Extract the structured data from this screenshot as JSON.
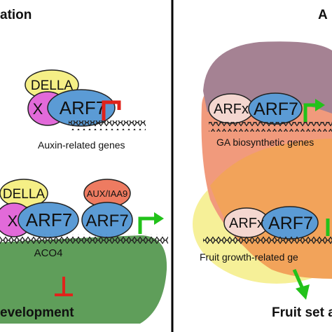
{
  "left_panel": {
    "heading": "ation",
    "top_complex": {
      "della": "DELLA",
      "x": "X",
      "arf": "ARF7",
      "gene_label": "Auxin-related genes"
    },
    "bottom_complex": {
      "della": "DELLA",
      "x": "X",
      "arf_left": "ARF7",
      "aux": "AUX/IAA9",
      "arf_right": "ARF7",
      "gene_label": "ACO4"
    },
    "outcome": "evelopment"
  },
  "right_panel": {
    "heading": "A",
    "top_complex": {
      "arfx": "ARFx",
      "arf": "ARF7",
      "gene_label": "GA biosynthetic genes"
    },
    "bottom_complex": {
      "arfx": "ARFx",
      "arf": "ARF7",
      "gene_label": "Fruit growth-related ge"
    },
    "outcome": "Fruit set a"
  },
  "colors": {
    "della": "#f5ef86",
    "x": "#e26ad9",
    "arf": "#5b9bd5",
    "aux": "#ee7b61",
    "arfx": "#f4d7d0",
    "repress_arrow": "#e0231b",
    "activate_arrow": "#22c21a",
    "green_blob": "#5f9e5a",
    "purple_blob": "#a58293",
    "orange_blob": "#f2a35a",
    "salmon_blob": "#f19a7c"
  }
}
